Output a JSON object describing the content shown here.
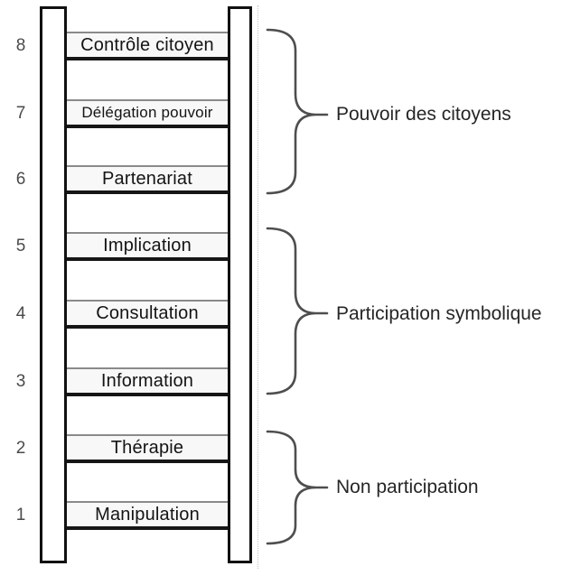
{
  "ladder": {
    "rungs": [
      {
        "number": "8",
        "label": "Contrôle citoyen"
      },
      {
        "number": "7",
        "label": "Délégation pouvoir"
      },
      {
        "number": "6",
        "label": "Partenariat"
      },
      {
        "number": "5",
        "label": "Implication"
      },
      {
        "number": "4",
        "label": "Consultation"
      },
      {
        "number": "3",
        "label": "Information"
      },
      {
        "number": "2",
        "label": "Thérapie"
      },
      {
        "number": "1",
        "label": "Manipulation"
      }
    ]
  },
  "groups": [
    {
      "label": "Pouvoir des citoyens"
    },
    {
      "label": "Participation symbolique"
    },
    {
      "label": "Non participation"
    }
  ],
  "colors": {
    "rung_fill": "#f8f8f8",
    "rung_top_line": "#8a8a8a",
    "rung_bottom_line": "#161616",
    "rail_border": "#111111",
    "brace_stroke": "#4e4e4e",
    "number_text": "#4a4a4a",
    "label_text": "#141414"
  }
}
